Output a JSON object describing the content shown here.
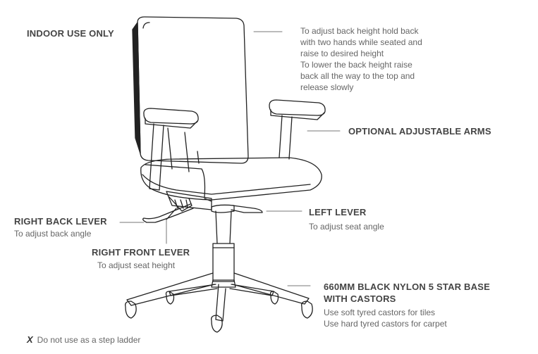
{
  "labels": {
    "indoor": "INDOOR USE ONLY",
    "back_height": [
      "To adjust back height hold back",
      "with two hands while seated and",
      "raise to desired height",
      "To lower the back height raise",
      "back all the way to the top and",
      "release slowly"
    ],
    "arms": "OPTIONAL ADJUSTABLE ARMS",
    "right_back_lever": {
      "title": "RIGHT BACK LEVER",
      "desc": "To adjust back angle"
    },
    "right_front_lever": {
      "title": "RIGHT FRONT LEVER",
      "desc": "To adjust seat height"
    },
    "left_lever": {
      "title": "LEFT LEVER",
      "desc": "To adjust seat angle"
    },
    "base": {
      "title_line1": "660MM BLACK NYLON 5 STAR BASE",
      "title_line2": "WITH CASTORS",
      "desc_line1": "Use soft tyred castors for tiles",
      "desc_line2": "Use hard tyred castors for carpet"
    },
    "warning": {
      "mark": "X",
      "text": "Do not use as a step ladder"
    }
  }
}
